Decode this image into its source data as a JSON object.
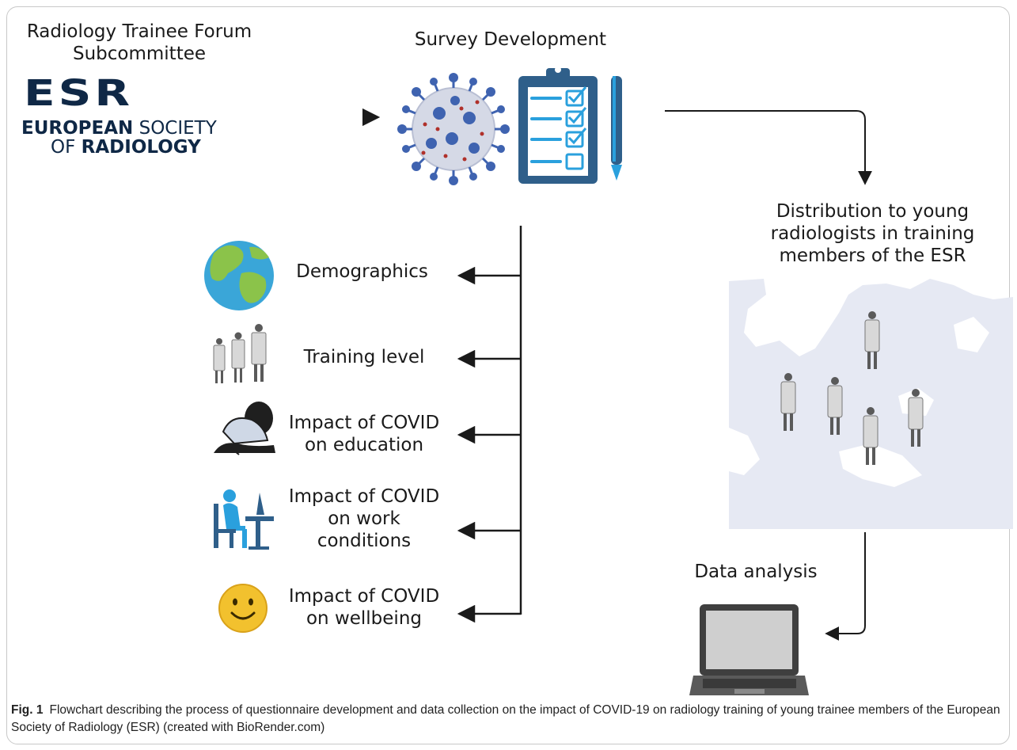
{
  "labels": {
    "forum_line1": "Radiology Trainee Forum",
    "forum_line2": "Subcommittee",
    "survey": "Survey Development",
    "dist_line1": "Distribution to young",
    "dist_line2": "radiologists in training",
    "dist_line3": "members of the ESR",
    "data_analysis": "Data analysis"
  },
  "logo": {
    "acronym": "ESR",
    "line1_bold": "EUROPEAN",
    "line1_light": "SOCIETY",
    "line2_light": "OF",
    "line2_bold": "RADIOLOGY"
  },
  "items": [
    {
      "lines": [
        "Demographics"
      ],
      "icon": "globe-icon"
    },
    {
      "lines": [
        "Training level"
      ],
      "icon": "doctors-icon"
    },
    {
      "lines": [
        "Impact of COVID",
        "on education"
      ],
      "icon": "student-writing-icon"
    },
    {
      "lines": [
        "Impact of COVID",
        "on work",
        "conditions"
      ],
      "icon": "person-at-desk-icon"
    },
    {
      "lines": [
        "Impact of COVID",
        "on wellbeing"
      ],
      "icon": "smiley-icon"
    }
  ],
  "caption": {
    "label": "Fig. 1",
    "text": "Flowchart describing the process of questionnaire development and data collection on the impact of COVID-19 on radiology training of young trainee members of the European Society of Radiology (ESR) (created with BioRender.com)"
  },
  "colors": {
    "arrow": "#1a1a1a",
    "virus_body": "#d5d9e6",
    "virus_spike": "#3f63b0",
    "clipboard": "#2f5f8a",
    "clipboard_accent": "#2aa0dd",
    "map": "#e6e9f3",
    "logo": "#0f2846",
    "smiley": "#f2c12e"
  }
}
